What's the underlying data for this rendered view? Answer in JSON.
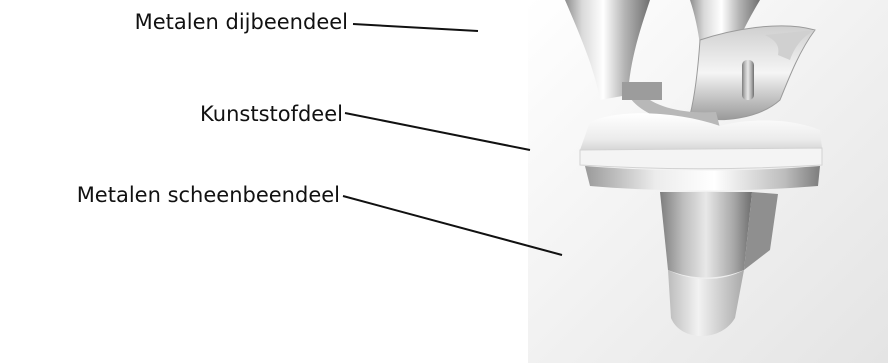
{
  "diagram": {
    "labels": [
      {
        "id": "femoral",
        "text": "Metalen dijbeendeel"
      },
      {
        "id": "insert",
        "text": "Kunststofdeel"
      },
      {
        "id": "tibial",
        "text": "Metalen scheenbeendeel"
      }
    ],
    "image": {
      "subject": "knee-prosthesis",
      "background_color": "#eeeeee"
    }
  }
}
